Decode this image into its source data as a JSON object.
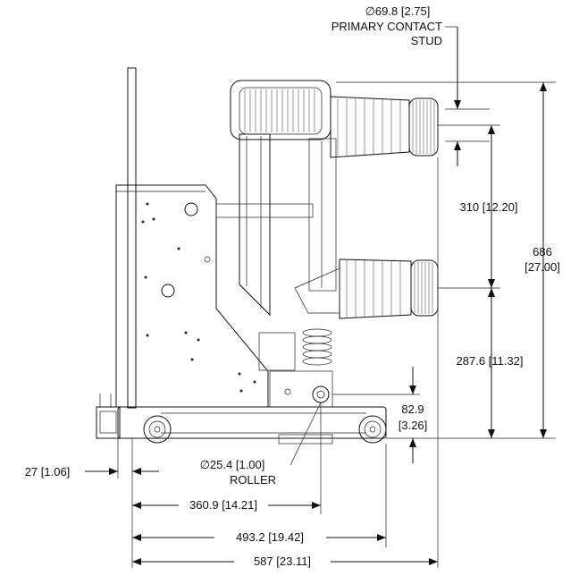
{
  "primary_stud": {
    "diameter": "∅69.8 [2.75]",
    "label_line1": "PRIMARY CONTACT",
    "label_line2": "STUD"
  },
  "dimensions": {
    "overall_height": {
      "mm": "686",
      "in": "[27.00]"
    },
    "stud_spacing": "310 [12.20]",
    "lower_stud_height": "287.6 [11.32]",
    "roller_height": {
      "mm": "82.9",
      "in": "[3.26]"
    },
    "rear_offset": "27 [1.06]",
    "roller_diameter": "∅25.4 [1.00]",
    "roller_label": "ROLLER",
    "depth_roller": "360.9 [14.21]",
    "depth_wheel": "493.2 [19.42]",
    "depth_overall": "587 [23.11]"
  },
  "colors": {
    "line": "#111111",
    "background": "#ffffff"
  }
}
